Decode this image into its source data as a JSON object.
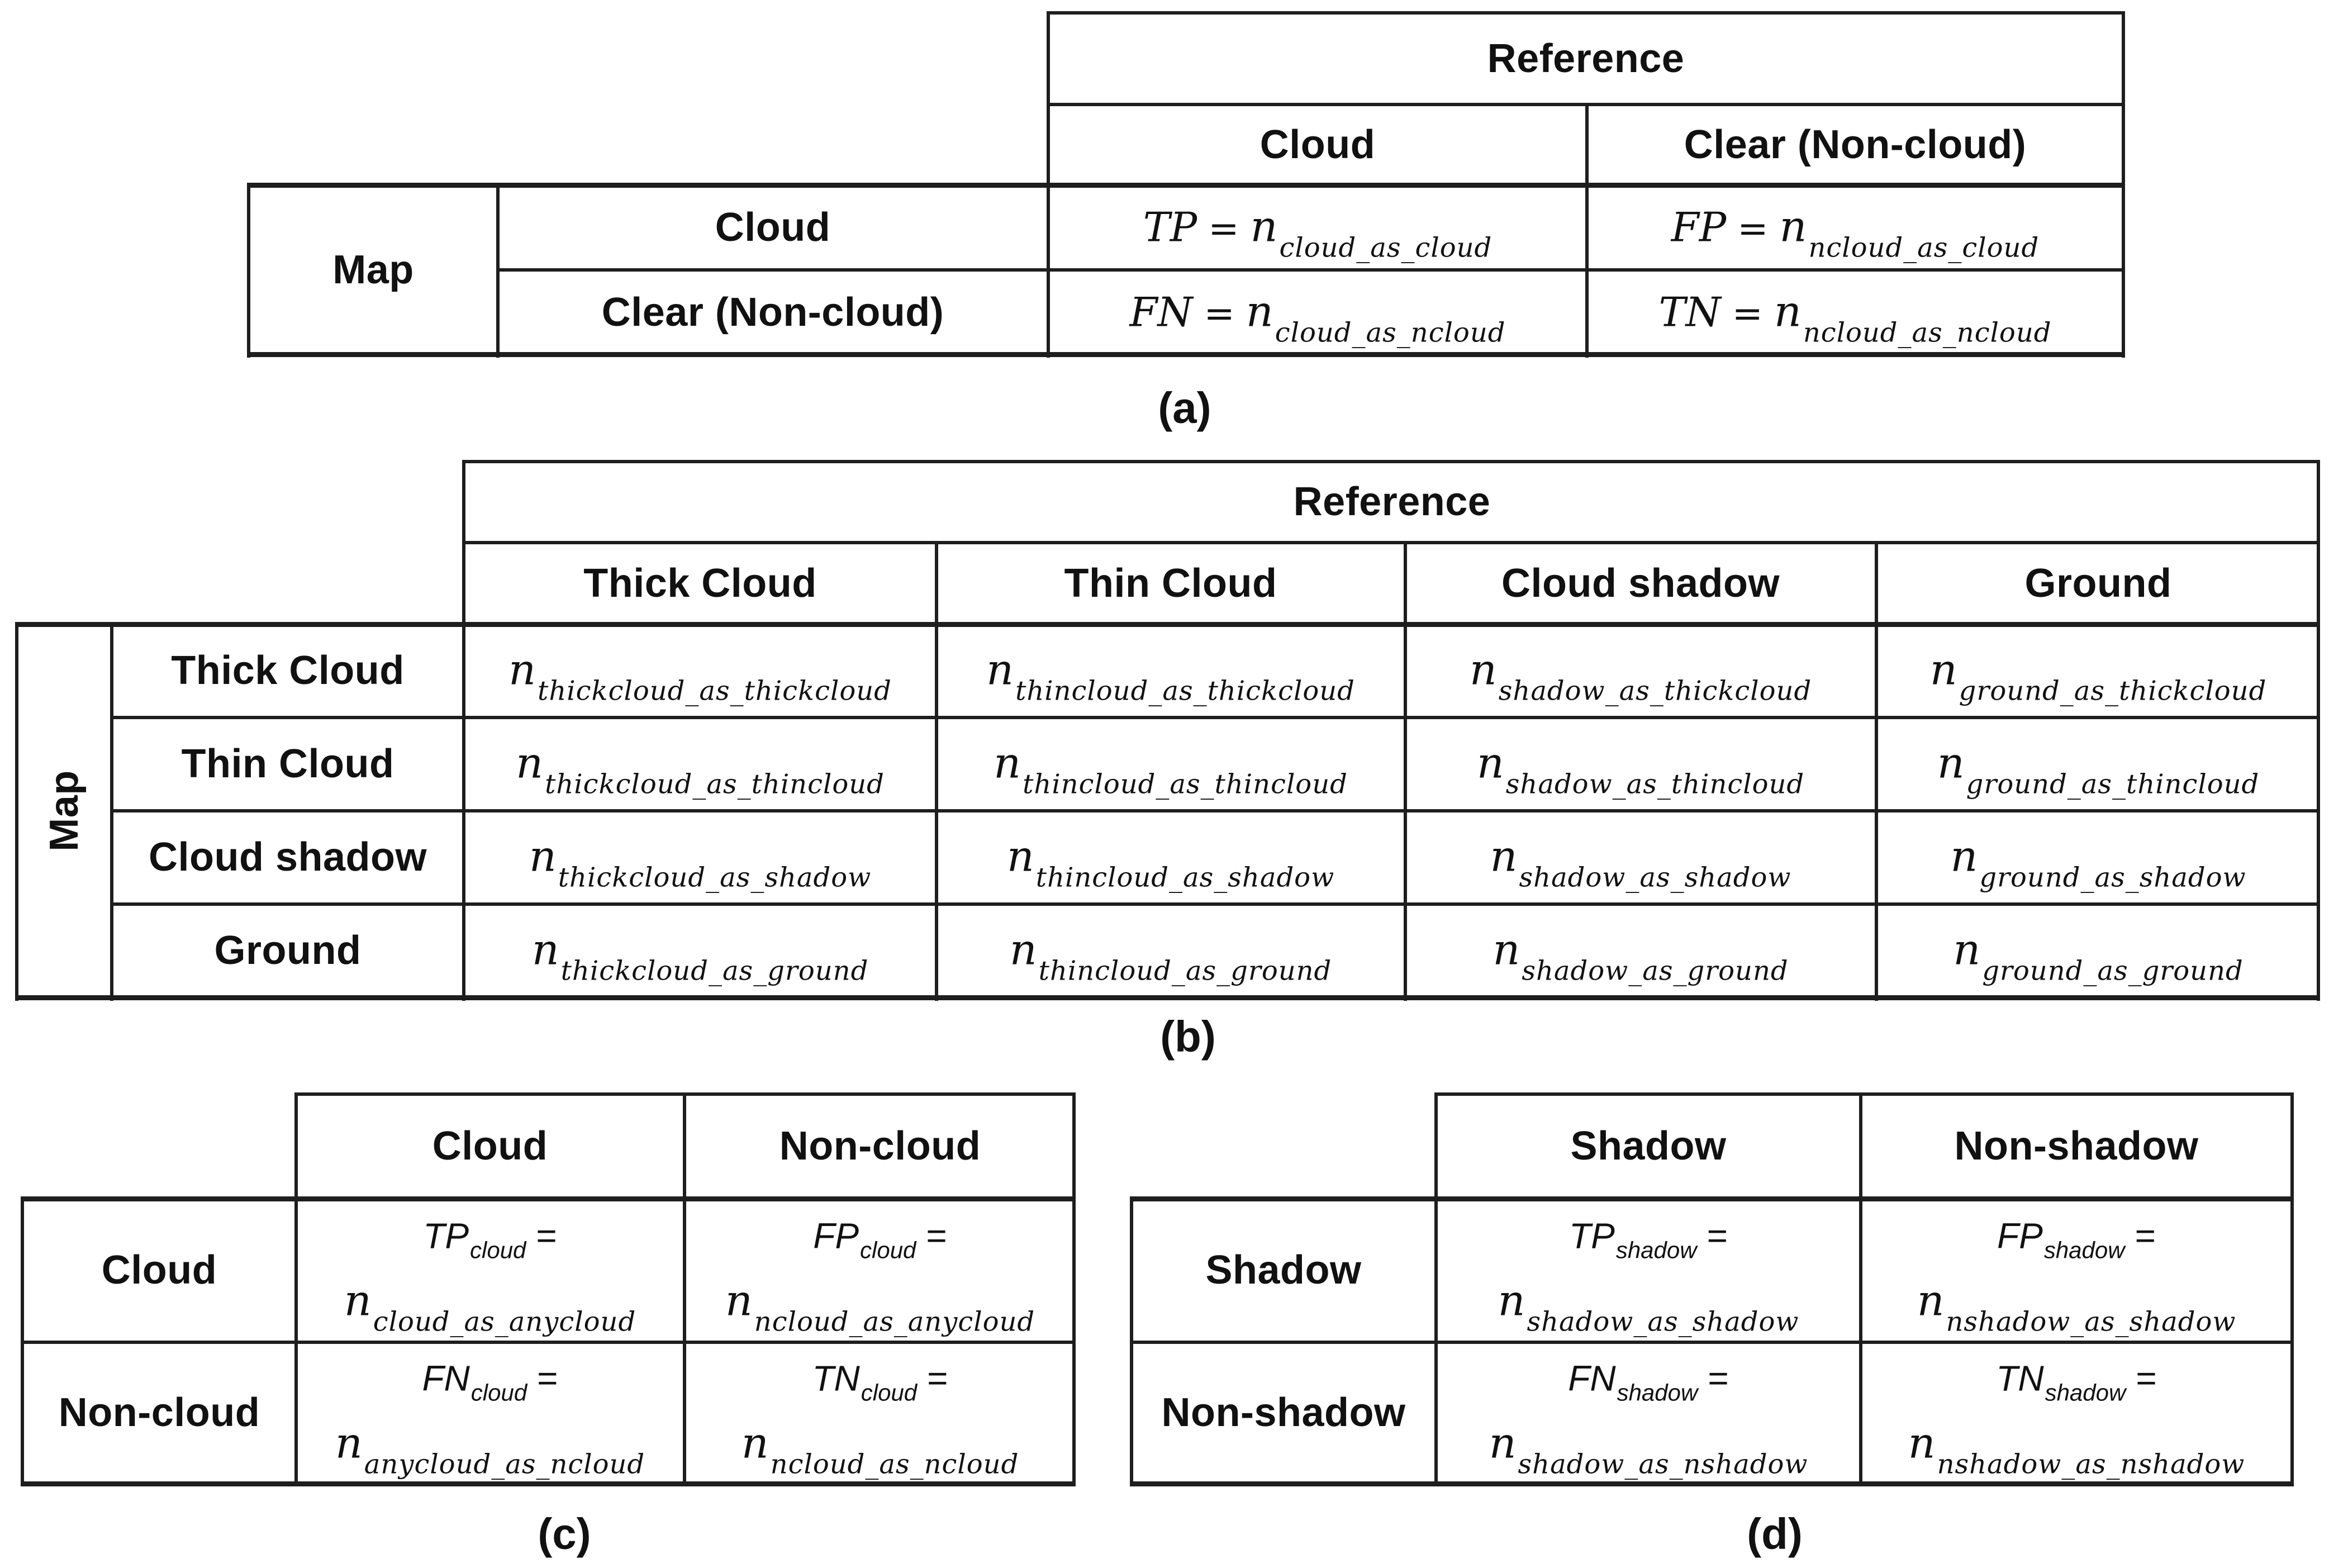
{
  "figure": {
    "panel_labels": {
      "a": "(a)",
      "b": "(b)",
      "c": "(c)",
      "d": "(d)"
    },
    "symbols": {
      "equals": "="
    }
  },
  "colors": {
    "background": "#ffffff",
    "text": "#111111",
    "border": "#1e1e1e"
  },
  "table_a": {
    "reference_label": "Reference",
    "map_label": "Map",
    "col_headers": [
      "Cloud",
      "Clear (Non-cloud)"
    ],
    "row_headers": [
      "Cloud",
      "Clear (Non-cloud)"
    ],
    "cells": [
      {
        "lead": "TP",
        "base": "n",
        "sub": "cloud_as_cloud"
      },
      {
        "lead": "FP",
        "base": "n",
        "sub": "ncloud_as_cloud"
      },
      {
        "lead": "FN",
        "base": "n",
        "sub": "cloud_as_ncloud"
      },
      {
        "lead": "TN",
        "base": "n",
        "sub": "ncloud_as_ncloud"
      }
    ]
  },
  "table_b": {
    "reference_label": "Reference",
    "map_label": "Map",
    "col_headers": [
      "Thick Cloud",
      "Thin Cloud",
      "Cloud shadow",
      "Ground"
    ],
    "row_headers": [
      "Thick Cloud",
      "Thin Cloud",
      "Cloud shadow",
      "Ground"
    ],
    "cells": [
      [
        {
          "base": "n",
          "sub": "thickcloud_as_thickcloud"
        },
        {
          "base": "n",
          "sub": "thincloud_as_thickcloud"
        },
        {
          "base": "n",
          "sub": "shadow_as_thickcloud"
        },
        {
          "base": "n",
          "sub": "ground_as_thickcloud"
        }
      ],
      [
        {
          "base": "n",
          "sub": "thickcloud_as_thincloud"
        },
        {
          "base": "n",
          "sub": "thincloud_as_thincloud"
        },
        {
          "base": "n",
          "sub": "shadow_as_thincloud"
        },
        {
          "base": "n",
          "sub": "ground_as_thincloud"
        }
      ],
      [
        {
          "base": "n",
          "sub": "thickcloud_as_shadow"
        },
        {
          "base": "n",
          "sub": "thincloud_as_shadow"
        },
        {
          "base": "n",
          "sub": "shadow_as_shadow"
        },
        {
          "base": "n",
          "sub": "ground_as_shadow"
        }
      ],
      [
        {
          "base": "n",
          "sub": "thickcloud_as_ground"
        },
        {
          "base": "n",
          "sub": "thincloud_as_ground"
        },
        {
          "base": "n",
          "sub": "shadow_as_ground"
        },
        {
          "base": "n",
          "sub": "ground_as_ground"
        }
      ]
    ]
  },
  "table_c": {
    "col_headers": [
      "Cloud",
      "Non-cloud"
    ],
    "row_headers": [
      "Cloud",
      "Non-cloud"
    ],
    "cells": [
      {
        "lead": "TP",
        "lead_sub": "cloud",
        "base": "n",
        "sub": "cloud_as_anycloud"
      },
      {
        "lead": "FP",
        "lead_sub": "cloud",
        "base": "n",
        "sub": "ncloud_as_anycloud"
      },
      {
        "lead": "FN",
        "lead_sub": "cloud",
        "base": "n",
        "sub": "anycloud_as_ncloud"
      },
      {
        "lead": "TN",
        "lead_sub": "cloud",
        "base": "n",
        "sub": "ncloud_as_ncloud"
      }
    ]
  },
  "table_d": {
    "col_headers": [
      "Shadow",
      "Non-shadow"
    ],
    "row_headers": [
      "Shadow",
      "Non-shadow"
    ],
    "cells": [
      {
        "lead": "TP",
        "lead_sub": "shadow",
        "base": "n",
        "sub": "shadow_as_shadow"
      },
      {
        "lead": "FP",
        "lead_sub": "shadow",
        "base": "n",
        "sub": "nshadow_as_shadow"
      },
      {
        "lead": "FN",
        "lead_sub": "shadow",
        "base": "n",
        "sub": "shadow_as_nshadow"
      },
      {
        "lead": "TN",
        "lead_sub": "shadow",
        "base": "n",
        "sub": "nshadow_as_nshadow"
      }
    ]
  }
}
